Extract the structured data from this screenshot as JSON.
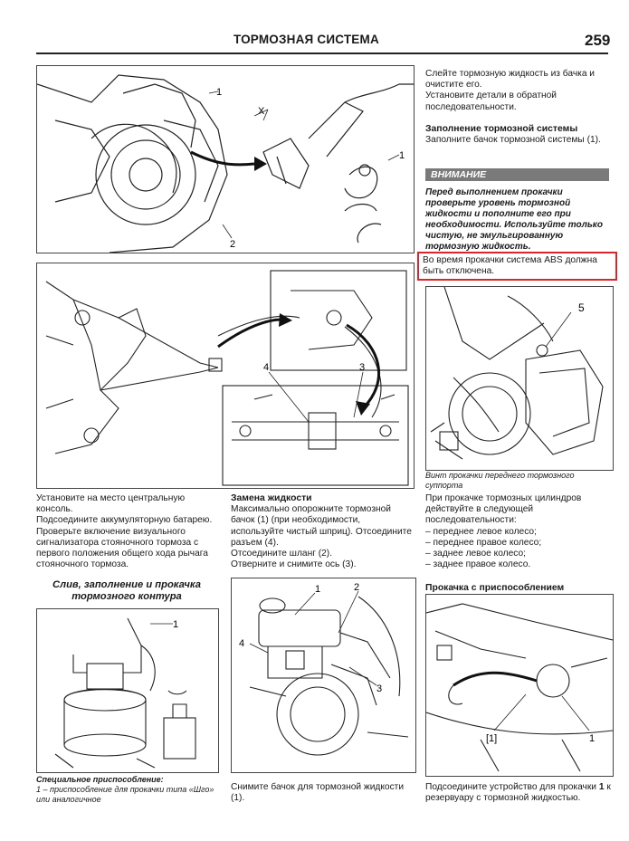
{
  "header": {
    "title": "ТОРМОЗНАЯ СИСТЕМА",
    "page_number": "259"
  },
  "right_top": {
    "para1": "Слейте тормозную жидкость из бачка и очистите его.",
    "para2": "Установите детали в обратной последовательности.",
    "fill_heading": "Заполнение тормозной системы",
    "fill_text": "Заполните бачок тормозной системы (1).",
    "warning_label": "ВНИМАНИЕ",
    "warning_text": "Перед выполнением прокачки проверьте уровень тормозной жидкости и пополните его при необходимости. Используйте только чистую, не эмульгированную тормозную жидкость.",
    "abs_note": "Во время прокачки система ABS должна быть отключена."
  },
  "fig1_labels": {
    "l1a": "1",
    "lx": "X",
    "l1b": "1",
    "l2": "2"
  },
  "fig2_labels": {
    "l4": "4",
    "l3": "3"
  },
  "fig_caliper": {
    "label": "5",
    "caption": "Винт прокачки переднего тормозного суппорта"
  },
  "left_mid": {
    "para1": "Установите на место центральную консоль.",
    "para2": "Подсоедините аккумуляторную батарею.",
    "para3": "Проверьте включение визуального сигнализатора стояночного тормоза с первого положения общего хода рычага стояночного тормоза."
  },
  "middle_mid": {
    "heading": "Замена жидкости",
    "para1": "Максимально опорожните тормозной бачок (1) (при необходимости, используйте чистый шприц). Отсоедините разъем (4).",
    "para2": "Отсоедините шланг (2).",
    "para3": "Отверните и снимите ось (3)."
  },
  "right_mid": {
    "intro": "При прокачке тормозных цилиндров действуйте в следующей последовательности:",
    "sequence": [
      "переднее левое колесо;",
      "переднее правое колесо;",
      "заднее левое колесо;",
      "заднее правое колесо."
    ],
    "heading": "Прокачка с приспособлением"
  },
  "left_bottom": {
    "heading": "Слив, заполнение и прокачка тормозного контура",
    "fig_label": "1",
    "caption_title": "Специальное приспособление:",
    "caption_text": "1 – приспособление для прокачки типа «Шго» или аналогичное"
  },
  "middle_bottom": {
    "labels": {
      "l1": "1",
      "l2": "2",
      "l4": "4",
      "l3": "3"
    },
    "caption": "Снимите бачок для тормозной жидкости (1)."
  },
  "right_bottom": {
    "labels": {
      "lb1": "[1]",
      "l1": "1"
    },
    "caption_num": "1",
    "caption_pre": "Подсоедините устройство для прокачки",
    "caption_post": "к резервуару с тормозной жидкостью."
  }
}
